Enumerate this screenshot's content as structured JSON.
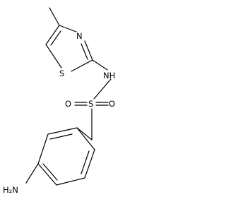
{
  "molecule": {
    "atoms": {
      "nitrogen_thiazole": "N",
      "sulfur_thiazole": "S",
      "nitrogen_amide": "NH",
      "sulfur_sulfonyl": "S",
      "oxygen_left": "O",
      "oxygen_right": "O",
      "amine": "H₂N"
    }
  },
  "colors": {
    "ink": "#000000",
    "background": "#ffffff"
  }
}
